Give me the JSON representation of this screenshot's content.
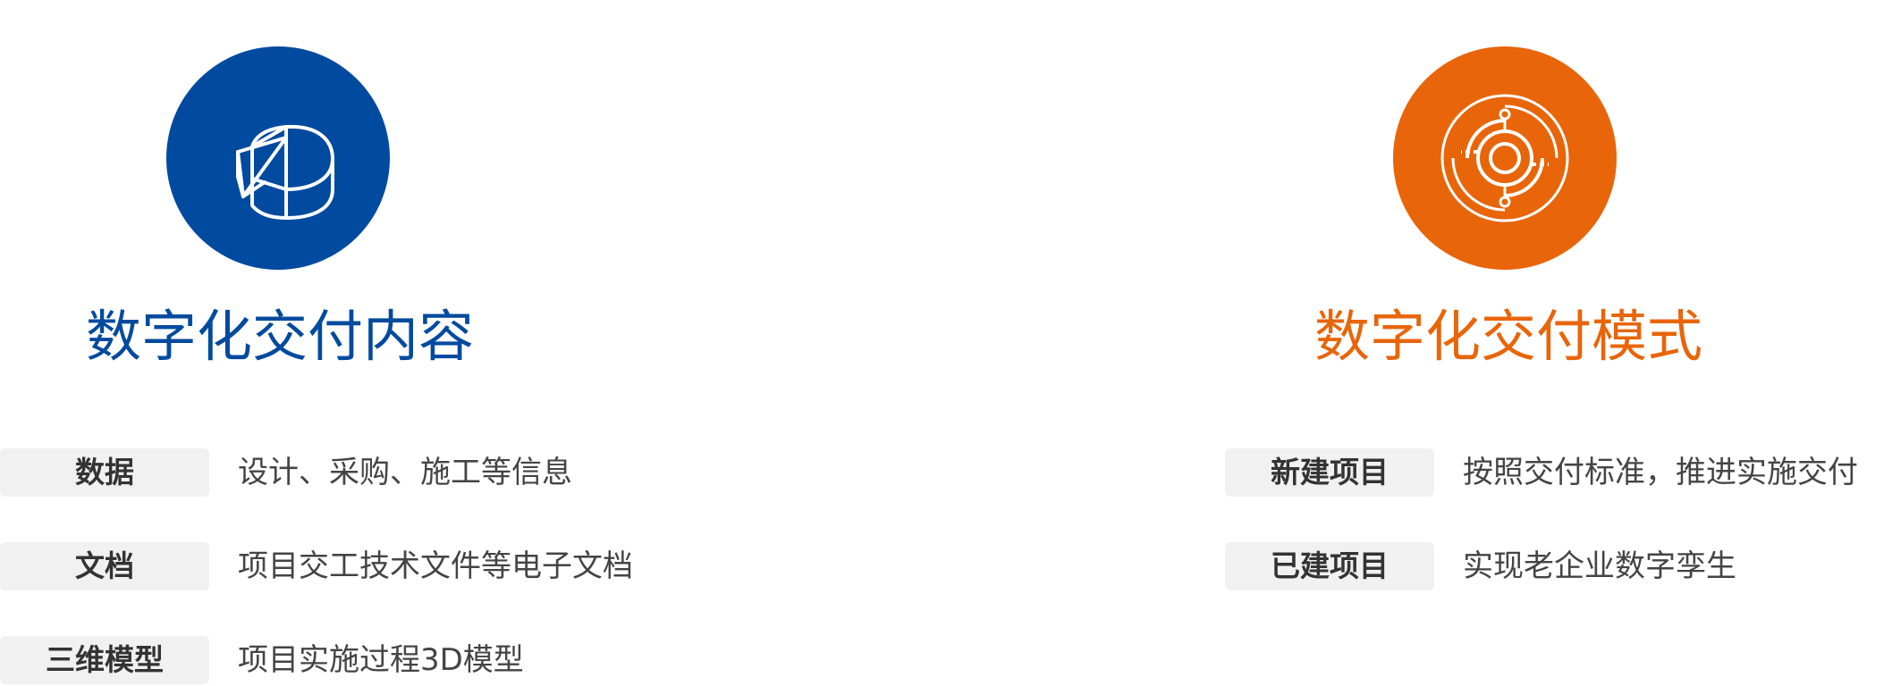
{
  "colors": {
    "blue": "#004a9f",
    "orange": "#e8650a",
    "tag_bg": "#f1f1f1",
    "text": "#444444"
  },
  "left": {
    "icon": "pie-chart-3d-icon",
    "title": "数字化交付内容",
    "rows": [
      {
        "tag": "数据",
        "desc": "设计、采购、施工等信息"
      },
      {
        "tag": "文档",
        "desc": "项目交工技术文件等电子文档"
      },
      {
        "tag": "三维模型",
        "desc": "项目实施过程3D模型"
      }
    ]
  },
  "right": {
    "icon": "target-orbit-icon",
    "title": "数字化交付模式",
    "rows": [
      {
        "tag": "新建项目",
        "desc": "按照交付标准，推进实施交付"
      },
      {
        "tag": "已建项目",
        "desc": "实现老企业数字孪生"
      }
    ]
  }
}
